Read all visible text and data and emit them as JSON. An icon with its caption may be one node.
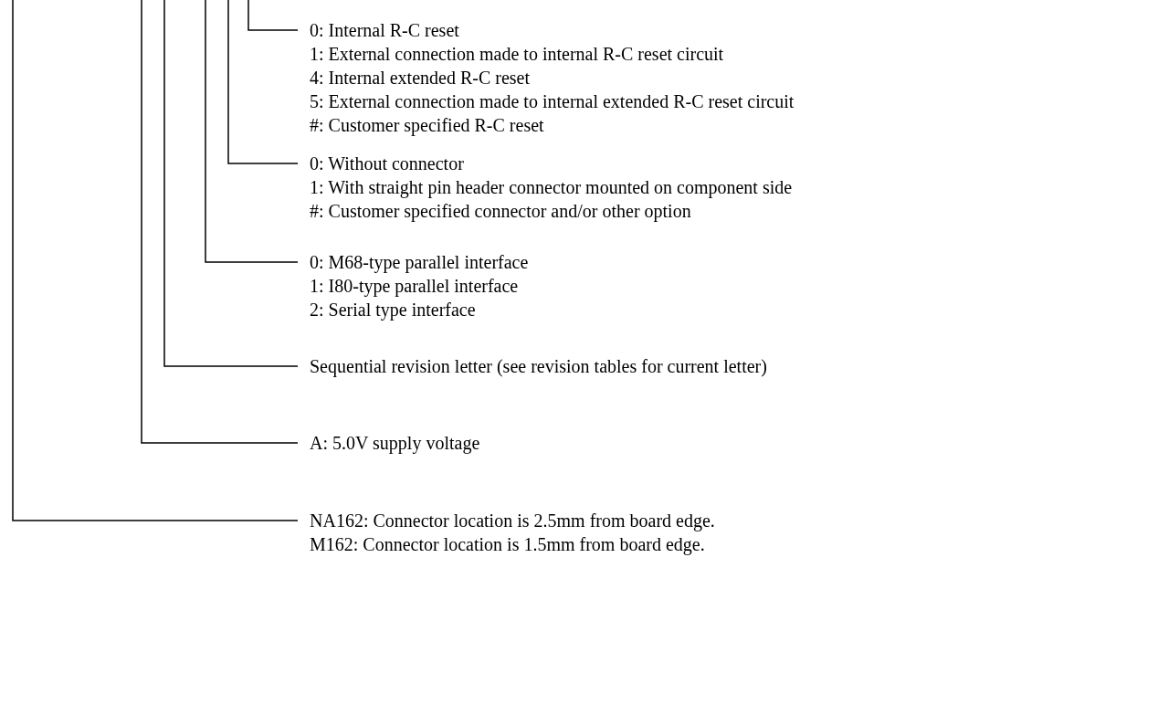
{
  "diagram": {
    "nodes": [
      {
        "text": [
          "0: Internal R-C reset",
          "1: External connection made to internal R-C reset circuit",
          "4: Internal extended R-C reset",
          "5: External connection made to internal extended R-C reset circuit",
          "#: Customer specified R-C reset"
        ]
      },
      {
        "text": [
          "0: Without connector",
          "1: With straight pin header connector mounted on component side",
          "#: Customer specified connector and/or other option"
        ]
      },
      {
        "text": [
          "0: M68-type parallel interface",
          "1: I80-type parallel interface",
          "2: Serial type interface"
        ]
      },
      {
        "text": [
          "Sequential revision letter (see revision tables for current letter)"
        ]
      },
      {
        "text": [
          "A: 5.0V supply voltage"
        ]
      },
      {
        "text": [
          "NA162: Connector location is 2.5mm from board edge.",
          "M162: Connector location is 1.5mm from board edge."
        ]
      }
    ],
    "edges": [
      {
        "from": 0,
        "to": null,
        "arrow": "none"
      },
      {
        "from": 1,
        "to": null,
        "arrow": "none"
      },
      {
        "from": 2,
        "to": null,
        "arrow": "none"
      },
      {
        "from": 3,
        "to": null,
        "arrow": "none"
      },
      {
        "from": 4,
        "to": null,
        "arrow": "none"
      },
      {
        "from": 5,
        "to": null,
        "arrow": "none"
      }
    ]
  }
}
